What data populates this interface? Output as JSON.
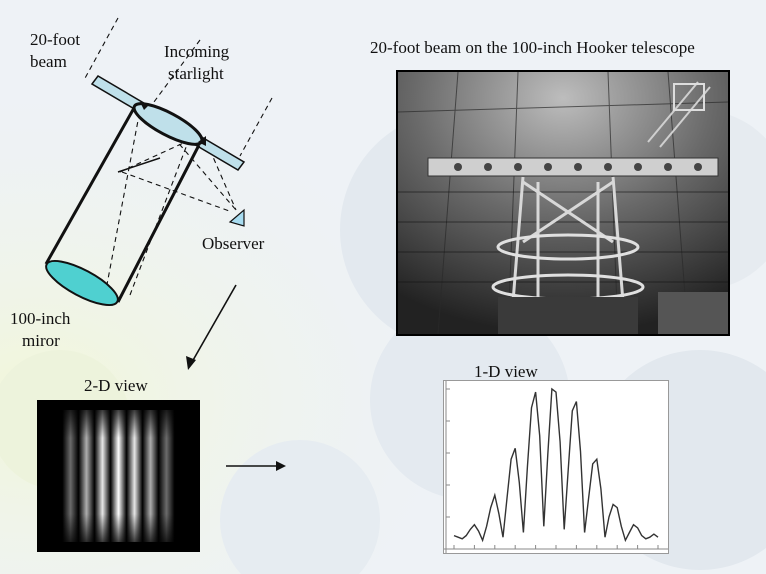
{
  "labels": {
    "beam": [
      "20-foot",
      "beam"
    ],
    "starlight": [
      "Incoming",
      "starlight"
    ],
    "observer": "Observer",
    "mirror": [
      "100-inch",
      "miror"
    ],
    "photo_title": "20-foot beam on the 100-inch Hooker telescope",
    "view_2d": "2-D view",
    "view_1d": "1-D view"
  },
  "colors": {
    "mirror_fill": "#4fd0d0",
    "beam_fill": "#bfe0ea",
    "observer_fill": "#a8dcf0"
  },
  "fringes_2d": {
    "fringe_count": 7
  },
  "chart_data": {
    "type": "line",
    "title": "1-D view",
    "description_axes": "",
    "xlabel": "",
    "ylabel": "",
    "y": [
      0.06,
      0.05,
      0.04,
      0.06,
      0.1,
      0.13,
      0.09,
      0.03,
      0.12,
      0.24,
      0.32,
      0.2,
      0.05,
      0.3,
      0.55,
      0.62,
      0.4,
      0.08,
      0.5,
      0.88,
      0.98,
      0.7,
      0.12,
      0.58,
      1.0,
      0.98,
      0.66,
      0.1,
      0.48,
      0.86,
      0.92,
      0.6,
      0.08,
      0.3,
      0.52,
      0.55,
      0.36,
      0.05,
      0.18,
      0.26,
      0.24,
      0.12,
      0.03,
      0.08,
      0.13,
      0.11,
      0.06,
      0.04,
      0.05,
      0.07,
      0.05
    ]
  }
}
